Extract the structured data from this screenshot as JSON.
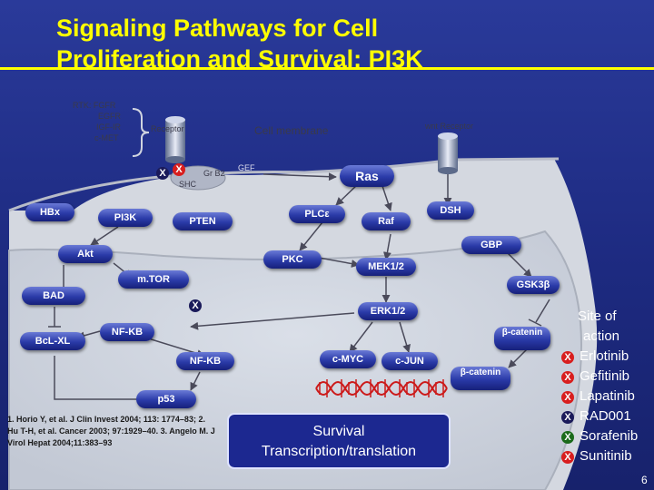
{
  "title": {
    "line1": "Signaling Pathways for Cell",
    "line2": "Proliferation and Survival: PI3K"
  },
  "labels": {
    "rtk": "RTK: FGFR",
    "egfr": "EGFR",
    "igf1r": "IGF-IR",
    "cmet": "c-MET",
    "receptor": "Receptor",
    "cell_membrane": "Cell membrane",
    "wnt_receptor": "wnt Receptor",
    "grb2": "Gr B2",
    "shc": "SHC",
    "gef": "GEF"
  },
  "nodes": {
    "ras": "Ras",
    "hbx": "HBx",
    "pi3k": "PI3K",
    "pten": "PTEN",
    "plce": "PLCε",
    "raf": "Raf",
    "dsh": "DSH",
    "gbp": "GBP",
    "akt": "Akt",
    "pkc": "PKC",
    "mek": "MEK1/2",
    "mtor": "m.TOR",
    "gsk3b": "GSK3β",
    "bad": "BAD",
    "erk": "ERK1/2",
    "nfkb1": "NF-KB",
    "bclxl": "BcL-XL",
    "bcatenin1": "β-catenin",
    "nfkb2": "NF-KB",
    "cmyc": "c-MYC",
    "cjun": "c-JUN",
    "bcatenin2": "β-catenin",
    "p53": "p53"
  },
  "inhibitor_mark": "X",
  "citation": "1. Horio Y, et al. J Clin Invest 2004; 113: 1774–83; 2. Hu T-H, et al. Cancer 2003; 97:1929–40. 3. Angelo M. J Virol Hepat 2004;11:383–93",
  "survival_box": {
    "line1": "Survival",
    "line2": "Transcription/translation"
  },
  "sites_of_action": {
    "heading1": "Site of",
    "heading2": "action",
    "drugs": [
      {
        "name": "Erlotinib",
        "mark": "X",
        "color": "#d81e1e"
      },
      {
        "name": "Gefitinib",
        "mark": "X",
        "color": "#d81e1e"
      },
      {
        "name": "Lapatinib",
        "mark": "X",
        "color": "#d81e1e"
      },
      {
        "name": "RAD001",
        "mark": "X",
        "color": "#1a1a5a"
      },
      {
        "name": "Sorafenib",
        "mark": "X",
        "color": "#1a6a1a"
      },
      {
        "name": "Sunitinib",
        "mark": "X",
        "color": "#d81e1e"
      }
    ]
  },
  "page_number": "6"
}
